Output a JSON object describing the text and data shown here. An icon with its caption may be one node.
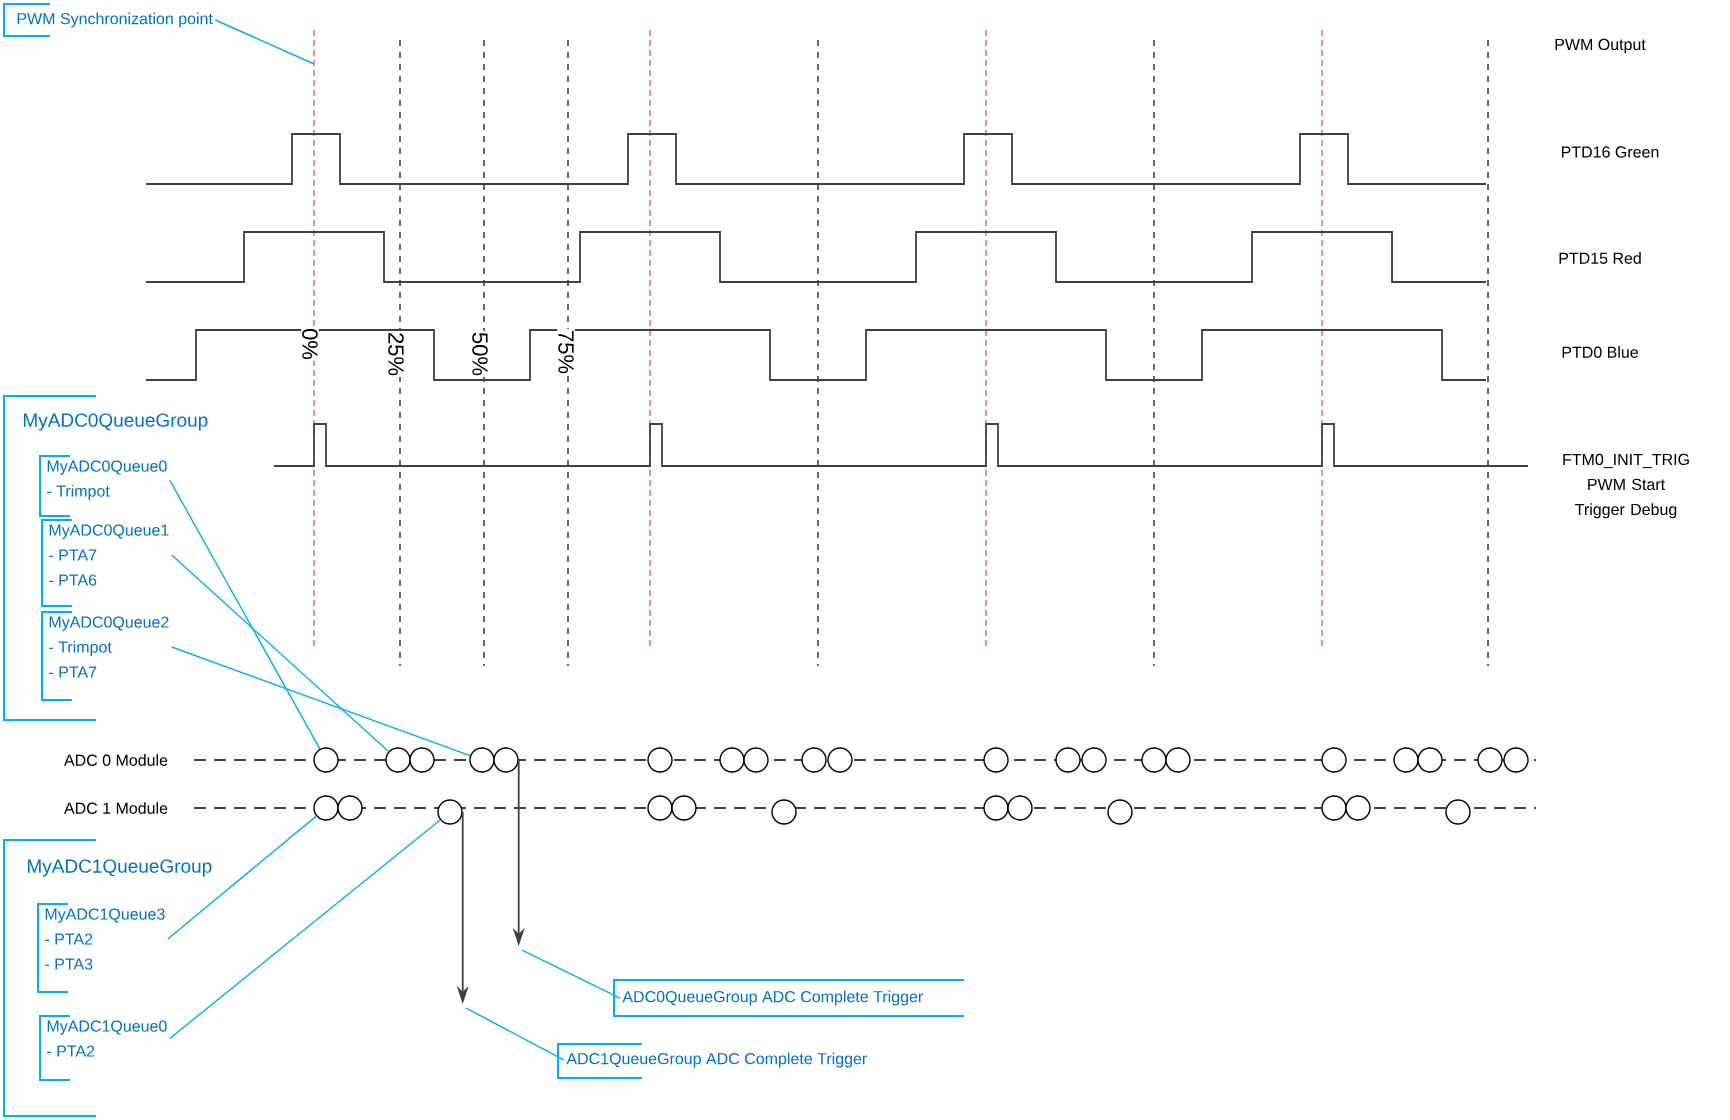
{
  "diagram": {
    "nodes": [
      {
        "text": [
          "PWM Synchronization point"
        ]
      },
      {
        "text": [
          "MyADC0QueueGroup"
        ]
      },
      {
        "text": [
          "MyADC0Queue0",
          "- Trimpot"
        ],
        "in": 1
      },
      {
        "text": [
          "MyADC0Queue1",
          "- PTA7",
          "- PTA6"
        ],
        "in": 1
      },
      {
        "text": [
          "MyADC0Queue2",
          "- Trimpot",
          "- PTA7"
        ],
        "in": 1
      },
      {
        "text": [
          "MyADC1QueueGroup"
        ]
      },
      {
        "text": [
          "MyADC1Queue3",
          "- PTA2",
          "- PTA3"
        ],
        "in": 5
      },
      {
        "text": [
          "MyADC1Queue0",
          "- PTA2"
        ],
        "in": 5
      },
      {
        "text": [
          "ADC0QueueGroup ADC Complete Trigger"
        ]
      },
      {
        "text": [
          "ADC1QueueGroup ADC Complete Trigger"
        ]
      },
      {
        "text": [],
        "shape": "circle"
      },
      {
        "text": [],
        "shape": "circle"
      },
      {
        "text": [],
        "shape": "circle"
      },
      {
        "text": [],
        "shape": "circle"
      },
      {
        "text": [],
        "shape": "circle"
      },
      {
        "text": [],
        "shape": "circle"
      },
      {
        "text": [],
        "shape": "circle"
      },
      {
        "text": [],
        "shape": "circle"
      },
      {
        "text": [],
        "shape": "circle"
      },
      {
        "text": [],
        "shape": "circle"
      },
      {
        "text": [],
        "shape": "circle"
      },
      {
        "text": [],
        "shape": "circle"
      },
      {
        "text": [],
        "shape": "circle"
      },
      {
        "text": [],
        "shape": "circle"
      },
      {
        "text": [],
        "shape": "circle"
      },
      {
        "text": [],
        "shape": "circle"
      },
      {
        "text": [],
        "shape": "circle"
      },
      {
        "text": [],
        "shape": "circle"
      },
      {
        "text": [],
        "shape": "circle"
      },
      {
        "text": [],
        "shape": "circle"
      },
      {
        "text": [],
        "shape": "circle"
      },
      {
        "text": [],
        "shape": "circle"
      },
      {
        "text": [],
        "shape": "circle"
      },
      {
        "text": [],
        "shape": "circle"
      },
      {
        "text": [],
        "shape": "circle"
      },
      {
        "text": [],
        "shape": "circle"
      },
      {
        "text": [],
        "shape": "circle"
      },
      {
        "text": [],
        "shape": "circle"
      },
      {
        "text": [],
        "shape": "circle"
      },
      {
        "text": [],
        "shape": "circle"
      },
      {
        "text": [],
        "shape": "circle"
      },
      {
        "text": [],
        "shape": "circle"
      }
    ],
    "edges": [
      {
        "from": 0,
        "to": null,
        "arrow": "none"
      },
      {
        "from": 2,
        "to": 10,
        "arrow": "none"
      },
      {
        "from": 3,
        "to": 11,
        "arrow": "none"
      },
      {
        "from": 4,
        "to": 13,
        "arrow": "none"
      },
      {
        "from": 6,
        "to": 30,
        "arrow": "none"
      },
      {
        "from": 7,
        "to": 32,
        "arrow": "none"
      },
      {
        "from": 14,
        "to": null,
        "arrow": "to",
        "color": "#404040"
      },
      {
        "from": 8,
        "to": null,
        "arrow": "none"
      },
      {
        "from": 32,
        "to": null,
        "arrow": "to",
        "color": "#404040"
      },
      {
        "from": 9,
        "to": null,
        "arrow": "none"
      }
    ],
    "labels": [
      "PWM Output",
      "PTD16 Green",
      "PTD15 Red",
      "0%",
      "25%",
      "50%",
      "75%",
      "PTD0 Blue",
      "FTM0_INIT_TRIG PWM Start Trigger Debug",
      "ADC 0 Module",
      "ADC 1 Module"
    ]
  }
}
